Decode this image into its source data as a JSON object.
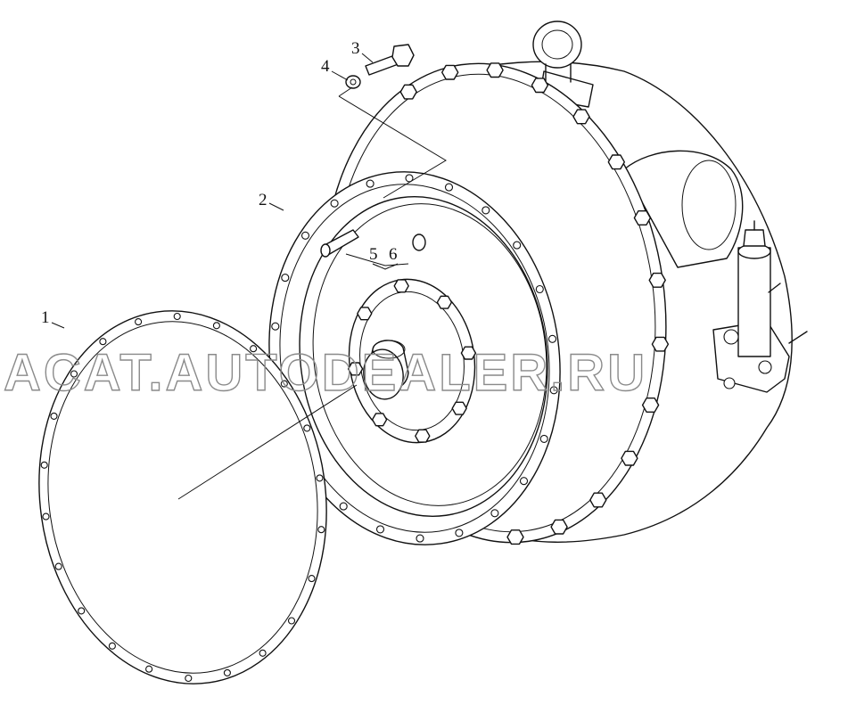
{
  "diagram": {
    "callouts": [
      {
        "id": "c1",
        "label": "1"
      },
      {
        "id": "c2",
        "label": "2"
      },
      {
        "id": "c3",
        "label": "3"
      },
      {
        "id": "c4",
        "label": "4"
      },
      {
        "id": "c5",
        "label": "5"
      },
      {
        "id": "c6",
        "label": "6"
      }
    ],
    "watermark": "ACAT.AUTODEALER.RU",
    "colors": {
      "ink": "#111111",
      "watermark": "#8a8a8a"
    }
  }
}
